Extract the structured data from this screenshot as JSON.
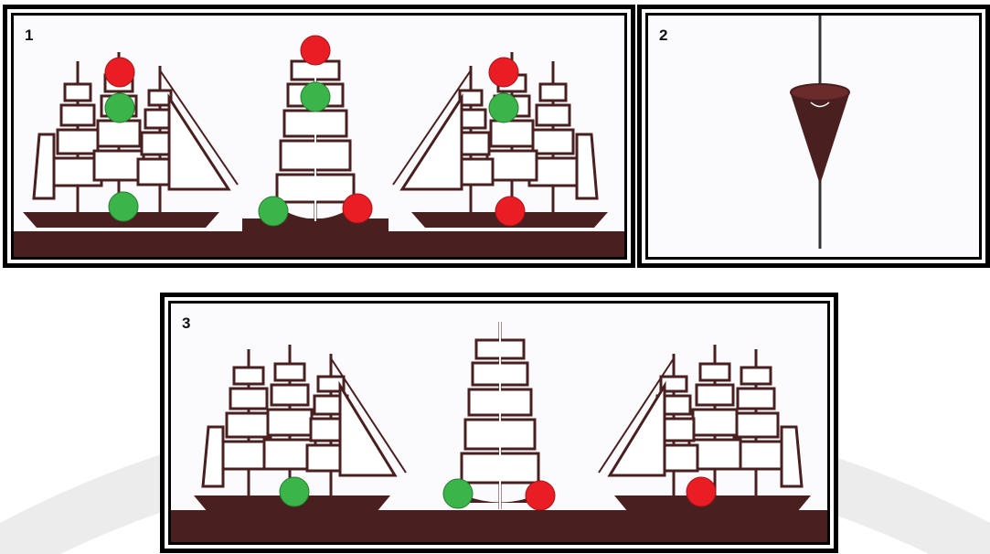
{
  "panels": [
    {
      "label": "1",
      "ships": [
        {
          "view": "starboard-side",
          "lights": [
            "red",
            "green",
            "green"
          ]
        },
        {
          "view": "head-on",
          "lights": [
            "red",
            "green",
            "green",
            "red"
          ]
        },
        {
          "view": "port-side",
          "lights": [
            "red",
            "green",
            "red"
          ]
        }
      ]
    },
    {
      "label": "2",
      "shape": "cone-point-down"
    },
    {
      "label": "3",
      "ships": [
        {
          "view": "starboard-side",
          "lights": [
            "green"
          ]
        },
        {
          "view": "head-on",
          "lights": [
            "green",
            "red"
          ]
        },
        {
          "view": "port-side",
          "lights": [
            "red"
          ]
        }
      ]
    }
  ],
  "colors": {
    "red_light": "#ea1c24",
    "green_light": "#3bb54a",
    "ship_ink": "#4a1f1f",
    "frame": "#000000"
  },
  "icons": [
    "sailing-ship-icon",
    "cone-shape-icon"
  ]
}
